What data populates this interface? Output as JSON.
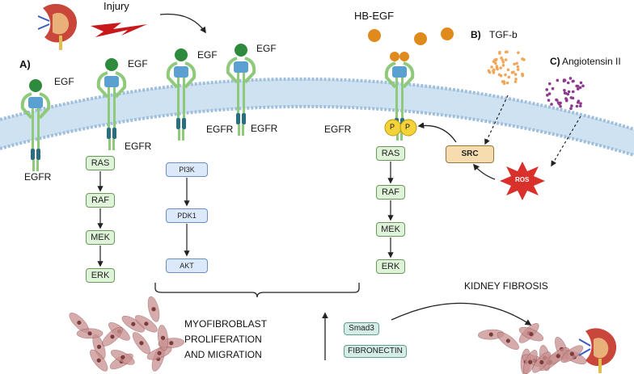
{
  "labels": {
    "injury": "Injury",
    "hb_egf": "HB-EGF",
    "section_a": "A)",
    "section_b": "B)",
    "section_c": "C)",
    "tgf_b": "TGF-b",
    "angiotensin": "Angiotensin II",
    "egf": "EGF",
    "egfr": "EGFR",
    "phospho": "P",
    "src": "SRC",
    "ros": "ROS",
    "kidney_fibrosis": "KIDNEY FIBROSIS",
    "myofibroblast": [
      "MYOFIBROBLAST",
      "PROLIFERATION",
      "AND MIGRATION"
    ],
    "smad3": "Smad3",
    "fibronectin": "FIBRONECTIN"
  },
  "pathways": {
    "mapk_left": [
      "RAS",
      "RAF",
      "MEK",
      "ERK"
    ],
    "pi3k": [
      "PI3K",
      "PDK1",
      "AKT"
    ],
    "mapk_right": [
      "RAS",
      "RAF",
      "MEK",
      "ERK"
    ]
  },
  "colors": {
    "membrane": "#b9d5ea",
    "membrane_head": "#a8c8e2",
    "receptor_green": "#8fc97a",
    "receptor_blue": "#5aa0d0",
    "receptor_teal": "#2a6f80",
    "egf_ball": "#2e8b3d",
    "hbegf_ball": "#e08a1e",
    "phospho": "#f3d23a",
    "ros": "#d9302c",
    "injury": "#c8181c",
    "tgf_dots": "#f2a65a",
    "ang_dots": "#8e3b8e",
    "cells": "#c98f8f"
  }
}
